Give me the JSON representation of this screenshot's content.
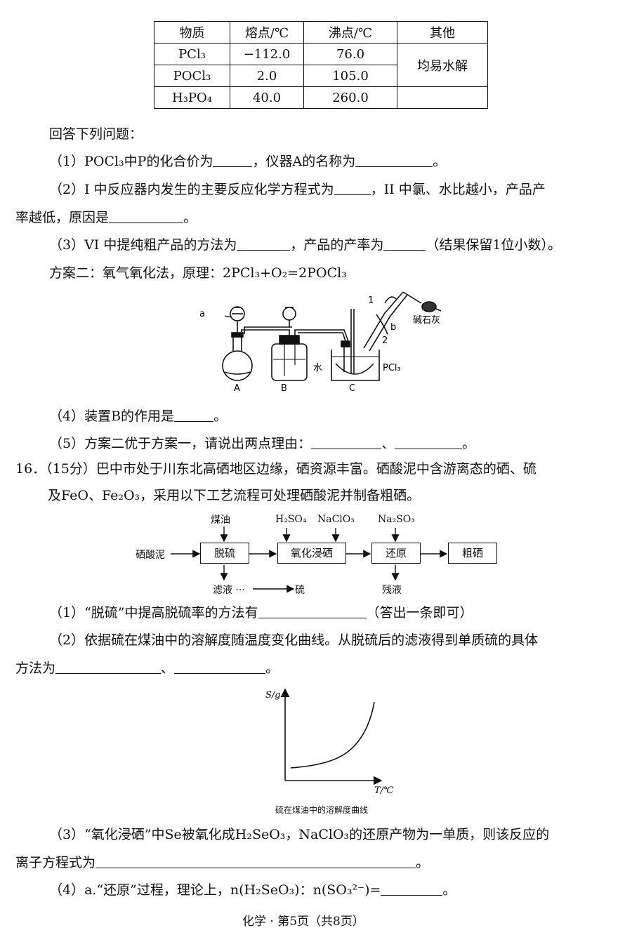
{
  "table": {
    "headers": [
      "物质",
      "熔点/℃",
      "沸点/℃",
      "其他"
    ],
    "rows": [
      {
        "substance": "PCl₃",
        "mp": "−112.0",
        "bp": "76.0"
      },
      {
        "substance": "POCl₃",
        "mp": "2.0",
        "bp": "105.0"
      },
      {
        "substance": "H₃PO₄",
        "mp": "40.0",
        "bp": "260.0"
      }
    ],
    "other": "均易水解"
  },
  "q15": {
    "intro": "回答下列问题：",
    "q1_a": "（1）POCl₃中P的化合价为",
    "q1_b": "，仪器A的名称为",
    "q1_end": "。",
    "q2_a": "（2）I 中反应器内发生的主要反应化学方程式为",
    "q2_b": "，II 中氯、水比越小，产品产",
    "q2_c": "率越低，原因是",
    "q2_end": "。",
    "q3_a": "（3）VI 中提纯粗产品的方法为",
    "q3_b": "，产品的产率为",
    "q3_c": "（结果保留1位小数）。",
    "plan2": "方案二：氧气氧化法，原理：2PCl₃+O₂=2POCl₃",
    "apparatus": {
      "a": "a",
      "A": "A",
      "B": "B",
      "C": "C",
      "water": "水",
      "pcl3": "PCl₃",
      "n1": "1",
      "n2": "2",
      "b": "b",
      "sodalime": "碱石灰"
    },
    "q4_a": "（4）装置B的作用是",
    "q4_end": "。",
    "q5_a": "（5）方案二优于方案一，请说出两点理由：",
    "q5_sep": "、",
    "q5_end": "。"
  },
  "q16": {
    "head": "16．（15分）巴中市处于川东北高硒地区边缘，硒资源丰富。硒酸泥中含游离态的硒、硫",
    "head2": "及FeO、Fe₂O₃，采用以下工艺流程可处理硒酸泥并制备粗硒。",
    "flow": {
      "input": "硒酸泥",
      "step1": "脱硫",
      "step2": "氧化浸硒",
      "step3": "还原",
      "output": "粗硒",
      "reagent1": "煤油",
      "reagent2a": "H₂SO₄",
      "reagent2b": "NaClO₃",
      "reagent3": "Na₂SO₃",
      "out1": "滤液 ···",
      "out1b": "硫",
      "out3": "残液"
    },
    "q1_a": "（1）“脱硫”中提高脱硫率的方法有",
    "q1_b": "（答出一条即可）",
    "q2_a": "（2）依据硫在煤油中的溶解度随温度变化曲线。从脱硫后的滤液得到单质硫的具体",
    "q2_b": "方法为",
    "q2_sep": "、",
    "q2_end": "。",
    "graph": {
      "ylabel": "S/g",
      "xlabel": "T/℃",
      "caption": "硫在煤油中的溶解度曲线"
    },
    "q3_a": "（3）“氧化浸硒”中Se被氧化成H₂SeO₃，NaClO₃的还原产物为一单质，则该反应的",
    "q3_b": "离子方程式为",
    "q3_end": "。",
    "q4_a": "（4）a.“还原”过程，理论上，n(H₂SeO₃)：n(SO₃²⁻)=",
    "q4_end": "。"
  },
  "footer": "化学 · 第5页（共8页）"
}
